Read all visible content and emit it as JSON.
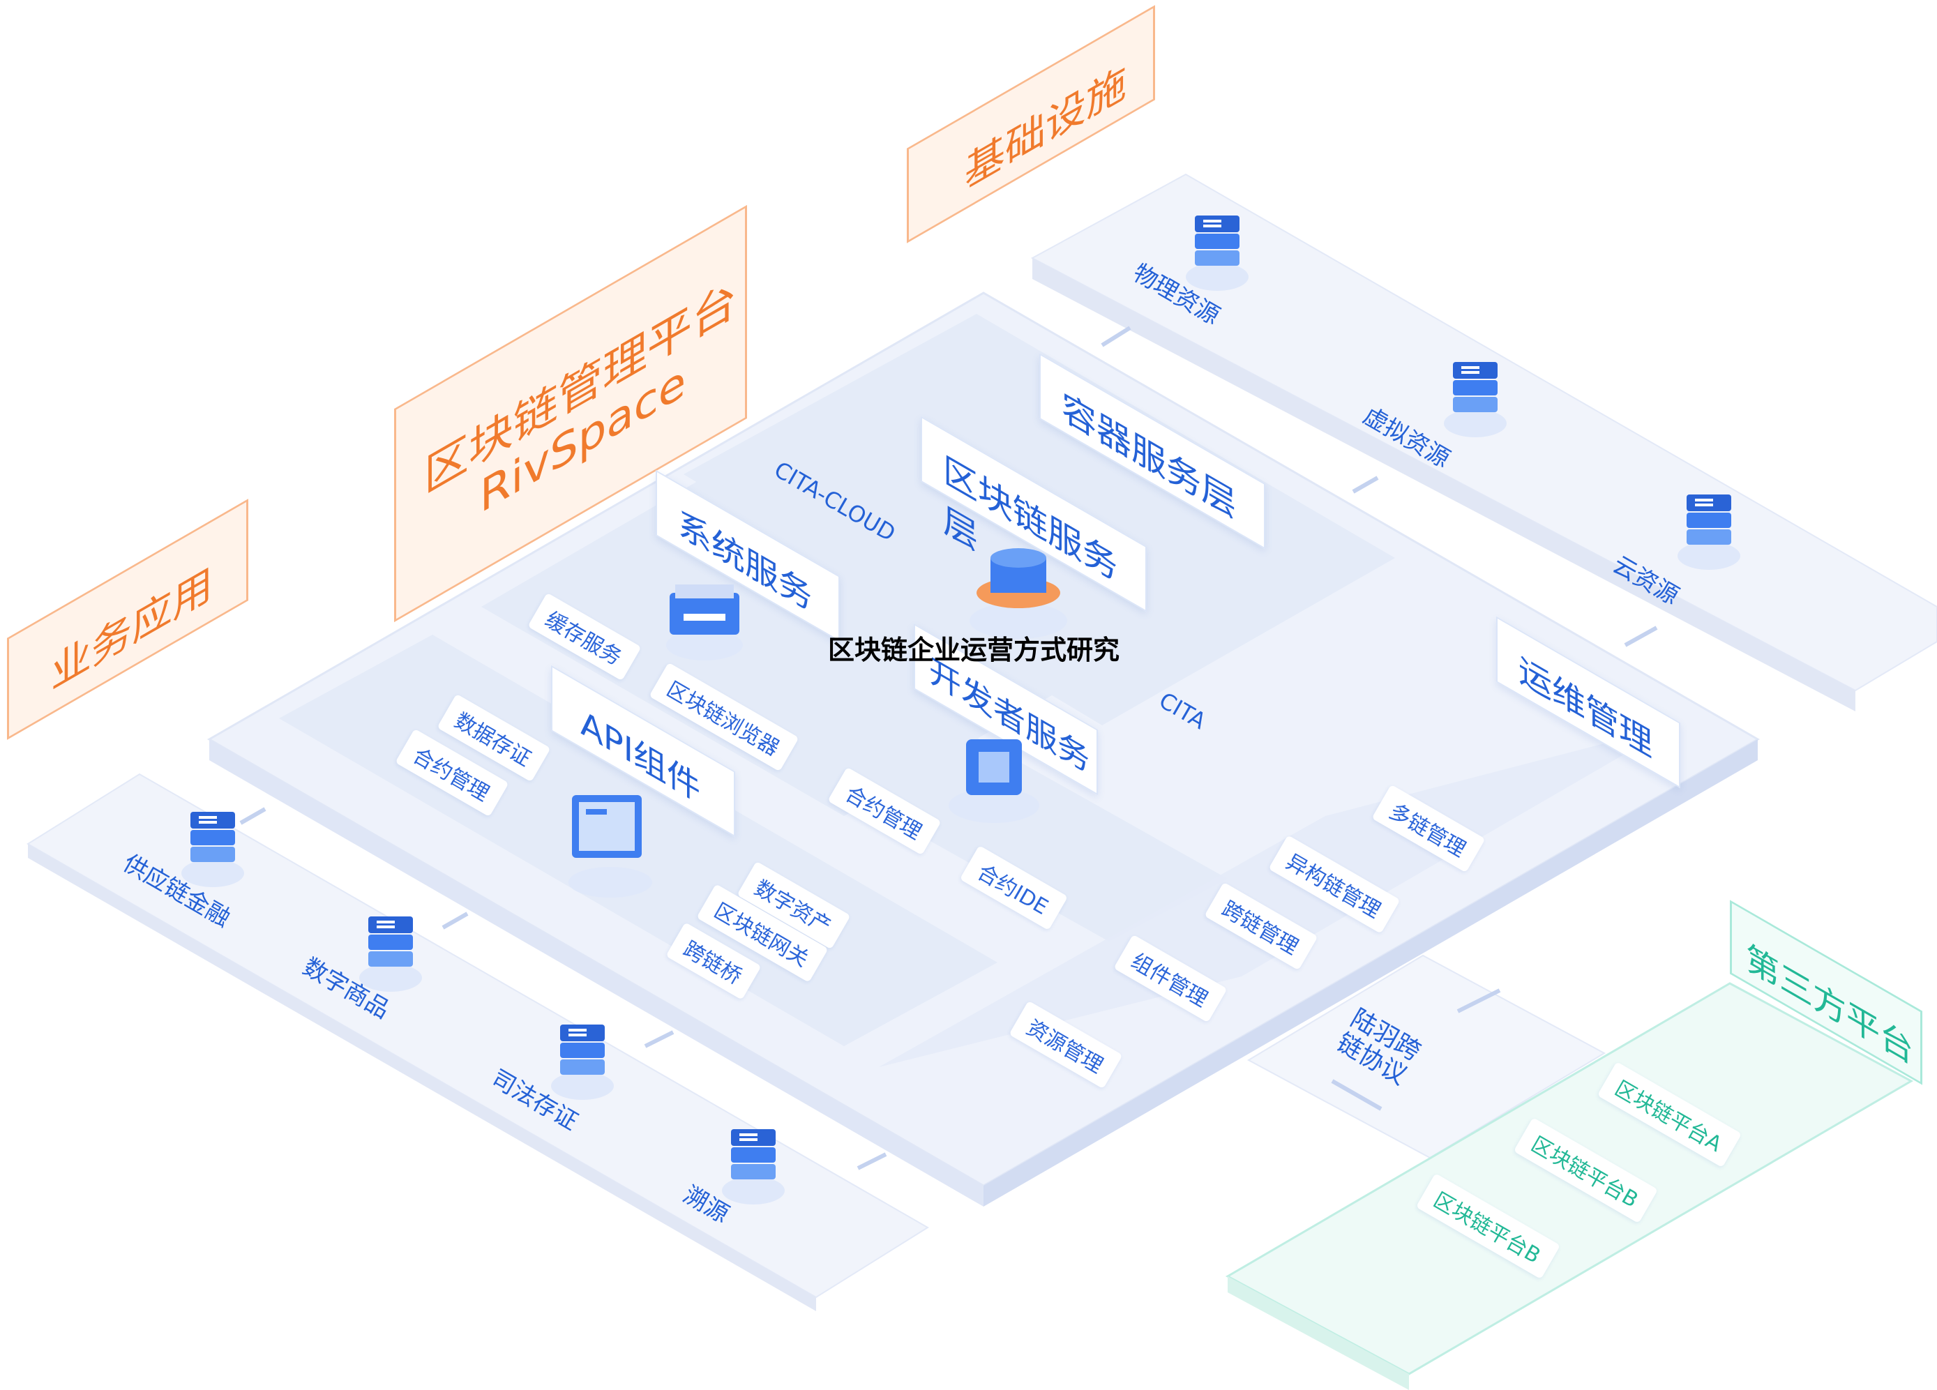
{
  "overlay_title": "区块链企业运营方式研究",
  "colors": {
    "platform": "#eef2fb",
    "inner": "#e3eaf8",
    "accent_blue": "#2461d6",
    "orange": "#f07a2c",
    "teal": "#2bbfa5"
  },
  "signs": {
    "business": "业务应用",
    "rivspace_line1": "区块链管理平台",
    "rivspace_line2": "RivSpace",
    "infra": "基础设施",
    "third_party": "第三方平台"
  },
  "layers": {
    "container": "容器服务层",
    "blockchain": "区块链服务层",
    "cita_cloud": "CITA-CLOUD",
    "cita": "CITA",
    "system": "系统服务",
    "developer": "开发者服务",
    "api": "API组件",
    "ops": "运维管理"
  },
  "system_items": [
    "缓存服务",
    "区块链浏览器"
  ],
  "api_items_left": [
    "数据存证",
    "合约管理"
  ],
  "api_items_right": [
    "数字资产",
    "区块链网关",
    "跨链桥"
  ],
  "developer_items": [
    "合约管理",
    "合约IDE"
  ],
  "ops_items": [
    "多链管理",
    "异构链管理",
    "跨链管理",
    "组件管理",
    "资源管理"
  ],
  "infra_items": [
    "物理资源",
    "虚拟资源",
    "云资源"
  ],
  "business_items": [
    "供应链金融",
    "数字商品",
    "司法存证",
    "溯源"
  ],
  "crosschain": "陆羽跨链协议",
  "third_party_items": [
    "区块链平台A",
    "区块链平台B",
    "区块链平台B"
  ],
  "icons": [
    "server-icon",
    "folder-icon",
    "database-icon",
    "cube-icon",
    "monitor-icon",
    "arrow-icon"
  ]
}
